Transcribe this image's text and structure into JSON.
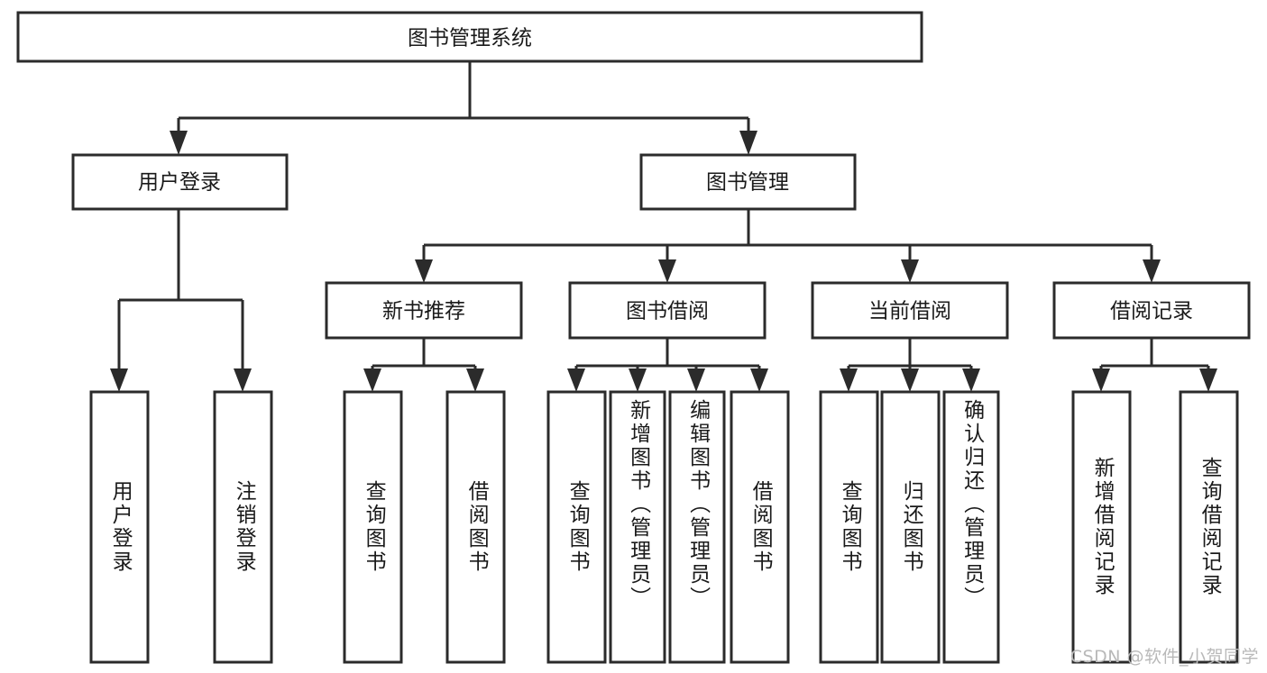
{
  "diagram": {
    "type": "tree",
    "title": "图书管理系统",
    "watermark": "CSDN @软件_小贺同学",
    "colors": {
      "stroke": "#2b2b2b",
      "fill": "#ffffff",
      "text": "#1a1a1a",
      "watermark": "#b9b9b9"
    },
    "nodes": {
      "root": {
        "label": "图书管理系统",
        "level": 1,
        "orientation": "horizontal"
      },
      "l2": [
        {
          "id": "user-login",
          "label": "用户登录",
          "level": 2,
          "orientation": "horizontal"
        },
        {
          "id": "book-manage",
          "label": "图书管理",
          "level": 2,
          "orientation": "horizontal"
        }
      ],
      "l3": [
        {
          "id": "new-book-rec",
          "label": "新书推荐",
          "level": 3,
          "orientation": "horizontal",
          "parent": "book-manage"
        },
        {
          "id": "book-borrow",
          "label": "图书借阅",
          "level": 3,
          "orientation": "horizontal",
          "parent": "book-manage"
        },
        {
          "id": "current-borrow",
          "label": "当前借阅",
          "level": 3,
          "orientation": "horizontal",
          "parent": "book-manage"
        },
        {
          "id": "borrow-record",
          "label": "借阅记录",
          "level": 3,
          "orientation": "horizontal",
          "parent": "book-manage"
        }
      ],
      "leaves": [
        {
          "id": "leaf-user-login",
          "label": "用户登录",
          "parent": "user-login",
          "orientation": "vertical",
          "align": "center"
        },
        {
          "id": "leaf-logout-login",
          "label": "注销登录",
          "parent": "user-login",
          "orientation": "vertical",
          "align": "center"
        },
        {
          "id": "leaf-query-book-1",
          "label": "查询图书",
          "parent": "new-book-rec",
          "orientation": "vertical",
          "align": "center"
        },
        {
          "id": "leaf-borrow-book-1",
          "label": "借阅图书",
          "parent": "new-book-rec",
          "orientation": "vertical",
          "align": "center"
        },
        {
          "id": "leaf-query-book-2",
          "label": "查询图书",
          "parent": "book-borrow",
          "orientation": "vertical",
          "align": "center"
        },
        {
          "id": "leaf-add-book-admin",
          "label": "新增图书（管理员）",
          "parent": "book-borrow",
          "orientation": "vertical",
          "align": "top"
        },
        {
          "id": "leaf-edit-book-admin",
          "label": "编辑图书（管理员）",
          "parent": "book-borrow",
          "orientation": "vertical",
          "align": "top"
        },
        {
          "id": "leaf-borrow-book-2",
          "label": "借阅图书",
          "parent": "book-borrow",
          "orientation": "vertical",
          "align": "center"
        },
        {
          "id": "leaf-query-book-3",
          "label": "查询图书",
          "parent": "current-borrow",
          "orientation": "vertical",
          "align": "center"
        },
        {
          "id": "leaf-return-book",
          "label": "归还图书",
          "parent": "current-borrow",
          "orientation": "vertical",
          "align": "center"
        },
        {
          "id": "leaf-confirm-return-admin",
          "label": "确认归还（管理员）",
          "parent": "current-borrow",
          "orientation": "vertical",
          "align": "top"
        },
        {
          "id": "leaf-add-borrow-record",
          "label": "新增借阅记录",
          "parent": "borrow-record",
          "orientation": "vertical",
          "align": "center"
        },
        {
          "id": "leaf-query-borrow-record",
          "label": "查询借阅记录",
          "parent": "borrow-record",
          "orientation": "vertical",
          "align": "center"
        }
      ]
    }
  }
}
